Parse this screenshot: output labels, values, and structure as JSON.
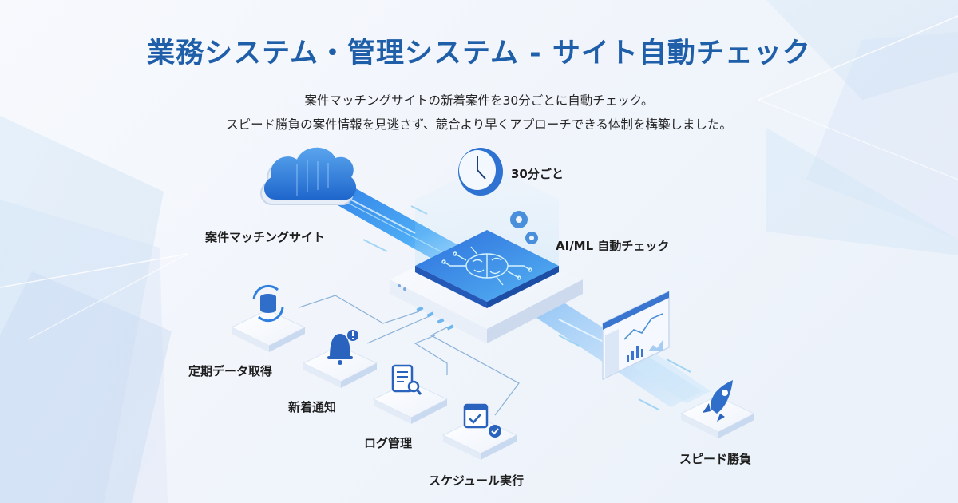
{
  "header": {
    "title": "業務システム・管理システム - サイト自動チェック",
    "subtitle_lines": [
      "案件マッチングサイトの新着案件を30分ごとに自動チェック。",
      "スピード勝負の案件情報を見逃さず、競合より早くアプローチできる体制を構築しました。"
    ]
  },
  "diagram": {
    "source": {
      "label": "案件マッチングサイト",
      "icon": "cloud-icon"
    },
    "interval": {
      "label": "30分ごと",
      "icon": "clock-icon"
    },
    "engine": {
      "label": "AI/ML 自動チェック",
      "icon": "gears-icon",
      "core_icon": "brain-circuit-icon"
    },
    "dashboard": {
      "icon": "dashboard-chart-icon"
    },
    "result": {
      "label": "スピード勝負",
      "icon": "rocket-icon"
    },
    "modules": [
      {
        "label": "定期データ取得",
        "icon": "database-sync-icon"
      },
      {
        "label": "新着通知",
        "icon": "bell-alert-icon"
      },
      {
        "label": "ログ管理",
        "icon": "log-search-icon"
      },
      {
        "label": "スケジュール実行",
        "icon": "calendar-check-icon"
      }
    ]
  },
  "colors": {
    "title": "#1f5ea8",
    "accent": "#2f7fe0",
    "accent_dark": "#1d5cb3",
    "glow": "#7fd0ff",
    "background": "#f1f5fb"
  }
}
